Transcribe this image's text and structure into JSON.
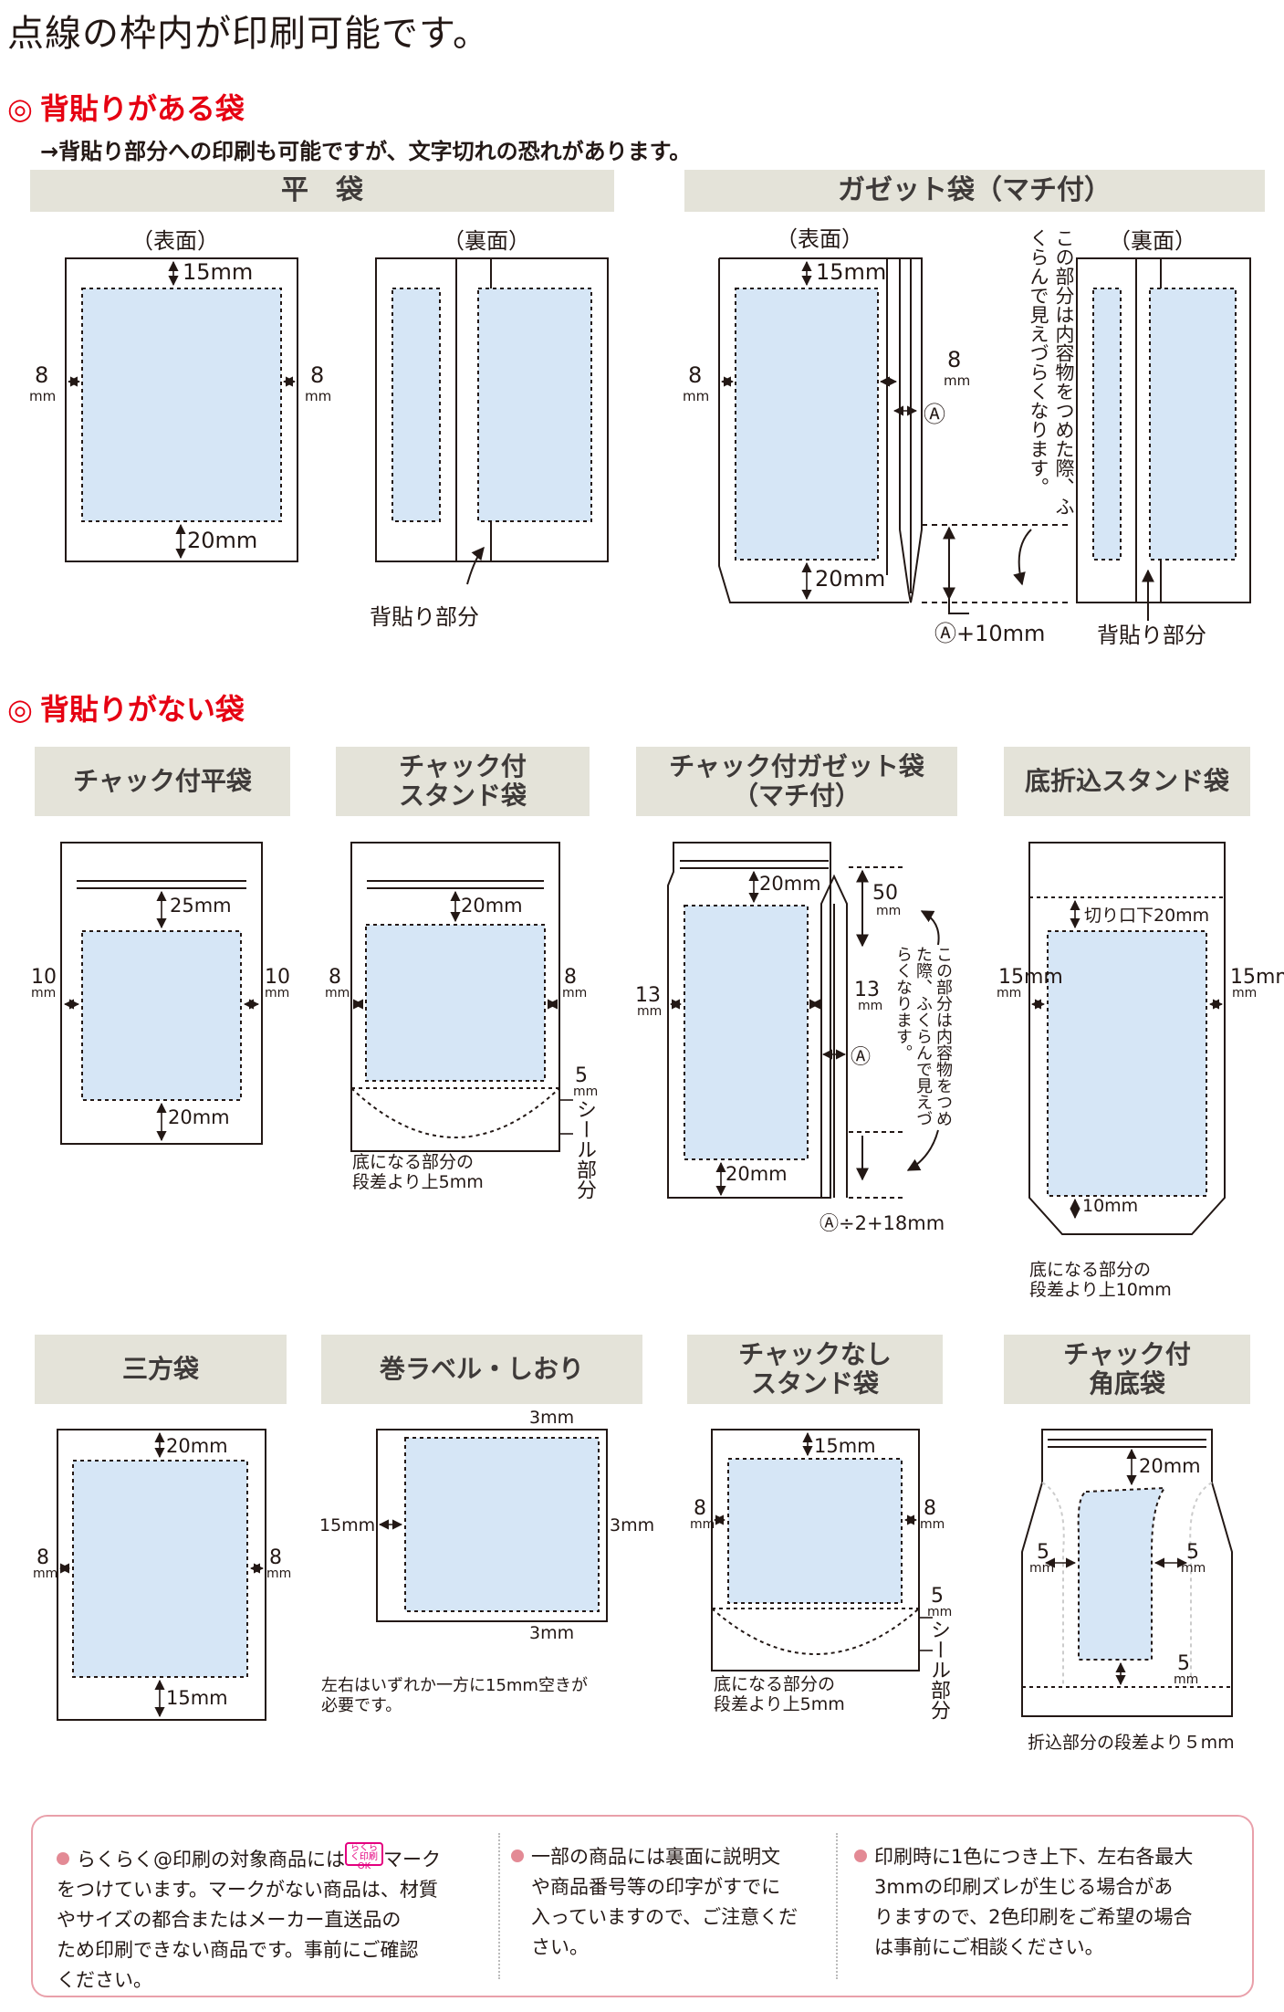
{
  "header": {
    "title": "点線の枠内が印刷可能です。"
  },
  "section1": {
    "mark": "◎",
    "title": "背貼りがある袋",
    "note": "→背貼り部分への印刷も可能ですが、文字切れの恐れがあります。",
    "band_flat": "平　袋",
    "band_gusset": "ガゼット袋（マチ付）",
    "front": "（表面）",
    "back": "（裏面）",
    "back_seal": "背貼り部分",
    "m15": "15mm",
    "m20": "20mm",
    "m8": "8",
    "mm": "mm",
    "a_plus10": "Ⓐ+10mm",
    "a": "Ⓐ",
    "gusset_note": [
      "この部分は内容物をつめた際、",
      "ふくらんで見えづらくなります。"
    ]
  },
  "section2": {
    "mark": "◎",
    "title": "背貼りがない袋",
    "bands": [
      [
        "チャック付平袋"
      ],
      [
        "チャック付",
        "スタンド袋"
      ],
      [
        "チャック付ガゼット袋",
        "（マチ付）"
      ],
      [
        "底折込スタンド袋"
      ],
      [
        "三方袋"
      ],
      [
        "巻ラベル・しおり"
      ],
      [
        "チャックなし",
        "スタンド袋"
      ],
      [
        "チャック付",
        "角底袋"
      ]
    ],
    "m25": "25mm",
    "m20": "20mm",
    "m15": "15mm",
    "m50": "50",
    "m10": "10",
    "m13": "13",
    "m8": "8",
    "m5": "5",
    "m3": "3mm",
    "mm": "mm",
    "seal": "シール部分",
    "bottom_note5": [
      "底になる部分の",
      "段差より上5mm"
    ],
    "bottom_note10": [
      "底になる部分の",
      "段差より上10mm"
    ],
    "cut20": "切り口下20mm",
    "m10mm": "10mm",
    "m15mm": "15mm",
    "a": "Ⓐ",
    "a_formula": "Ⓐ÷2+18mm",
    "gusset_note": [
      "この部分は内容物を",
      "つめた際、ふくらんで",
      "見えづらくなります。"
    ],
    "label_note": [
      "左右はいずれか一方に15mm空きが",
      "必要です。"
    ],
    "fold_note": "折込部分の段差より５mm"
  },
  "info": {
    "col1": [
      "らくらく@印刷の対象商品には",
      "マーク",
      "をつけています。マークがない商品は、材質",
      "やサイズの都合またはメーカー直送品の",
      "ため印刷できない商品です。事前にご確認",
      "ください。"
    ],
    "col1_badge": "らくらく印刷OK",
    "col2": [
      "一部の商品には裏面に説明文",
      "や商品番号等の印字がすでに",
      "入っていますので、ご注意くだ",
      "さい。"
    ],
    "col3": [
      "印刷時に1色につき上下、左右各最大",
      "3mmの印刷ズレが生じる場合があ",
      "りますので、2色印刷をご希望の場合",
      "は事前にご相談ください。"
    ]
  },
  "colors": {
    "accent": "#e60012",
    "band": "#e4e3d9",
    "print_area": "#d6e6f6",
    "info_border": "#e9a0aa"
  }
}
